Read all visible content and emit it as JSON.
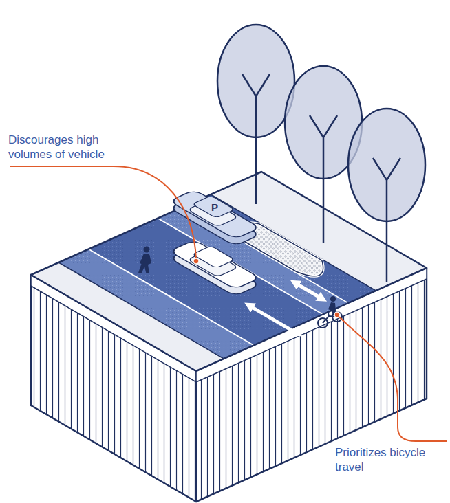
{
  "diagram": {
    "labels": [
      "Discourages high volumes of vehicle",
      "P",
      "Prioritizes bicycle travel"
    ]
  }
}
